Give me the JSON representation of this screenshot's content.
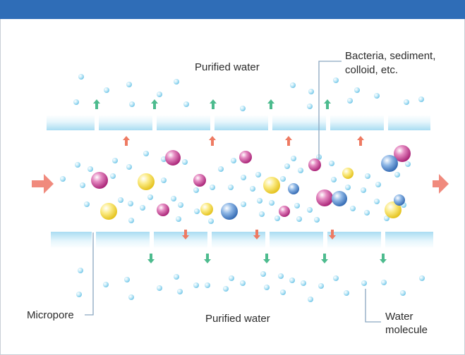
{
  "labels": {
    "purified_top": "Purified water",
    "purified_bottom": "Purified water",
    "bacteria_line1": "Bacteria, sediment,",
    "bacteria_line2": "colloid, etc.",
    "micropore": "Micropore",
    "water_line1": "Water",
    "water_line2": "molecule"
  },
  "colors": {
    "header_bar": "#2f6db7",
    "membrane": "#bfe6f6",
    "water_molecule": "#8fd3ee",
    "contaminant_pink": "#c2338a",
    "contaminant_yellow": "#f4d52c",
    "contaminant_blue": "#3a77c4",
    "arrow_green": "#4dbb8e",
    "arrow_salmon": "#ee7a62",
    "flow_arrow": "#f08a7d",
    "leader_line": "#8aa6c0"
  },
  "icons": {
    "flow_in": "arrow-right-icon",
    "flow_out": "arrow-right-icon",
    "permeate": "arrow-up-icon",
    "permeate_down": "arrow-down-icon"
  }
}
